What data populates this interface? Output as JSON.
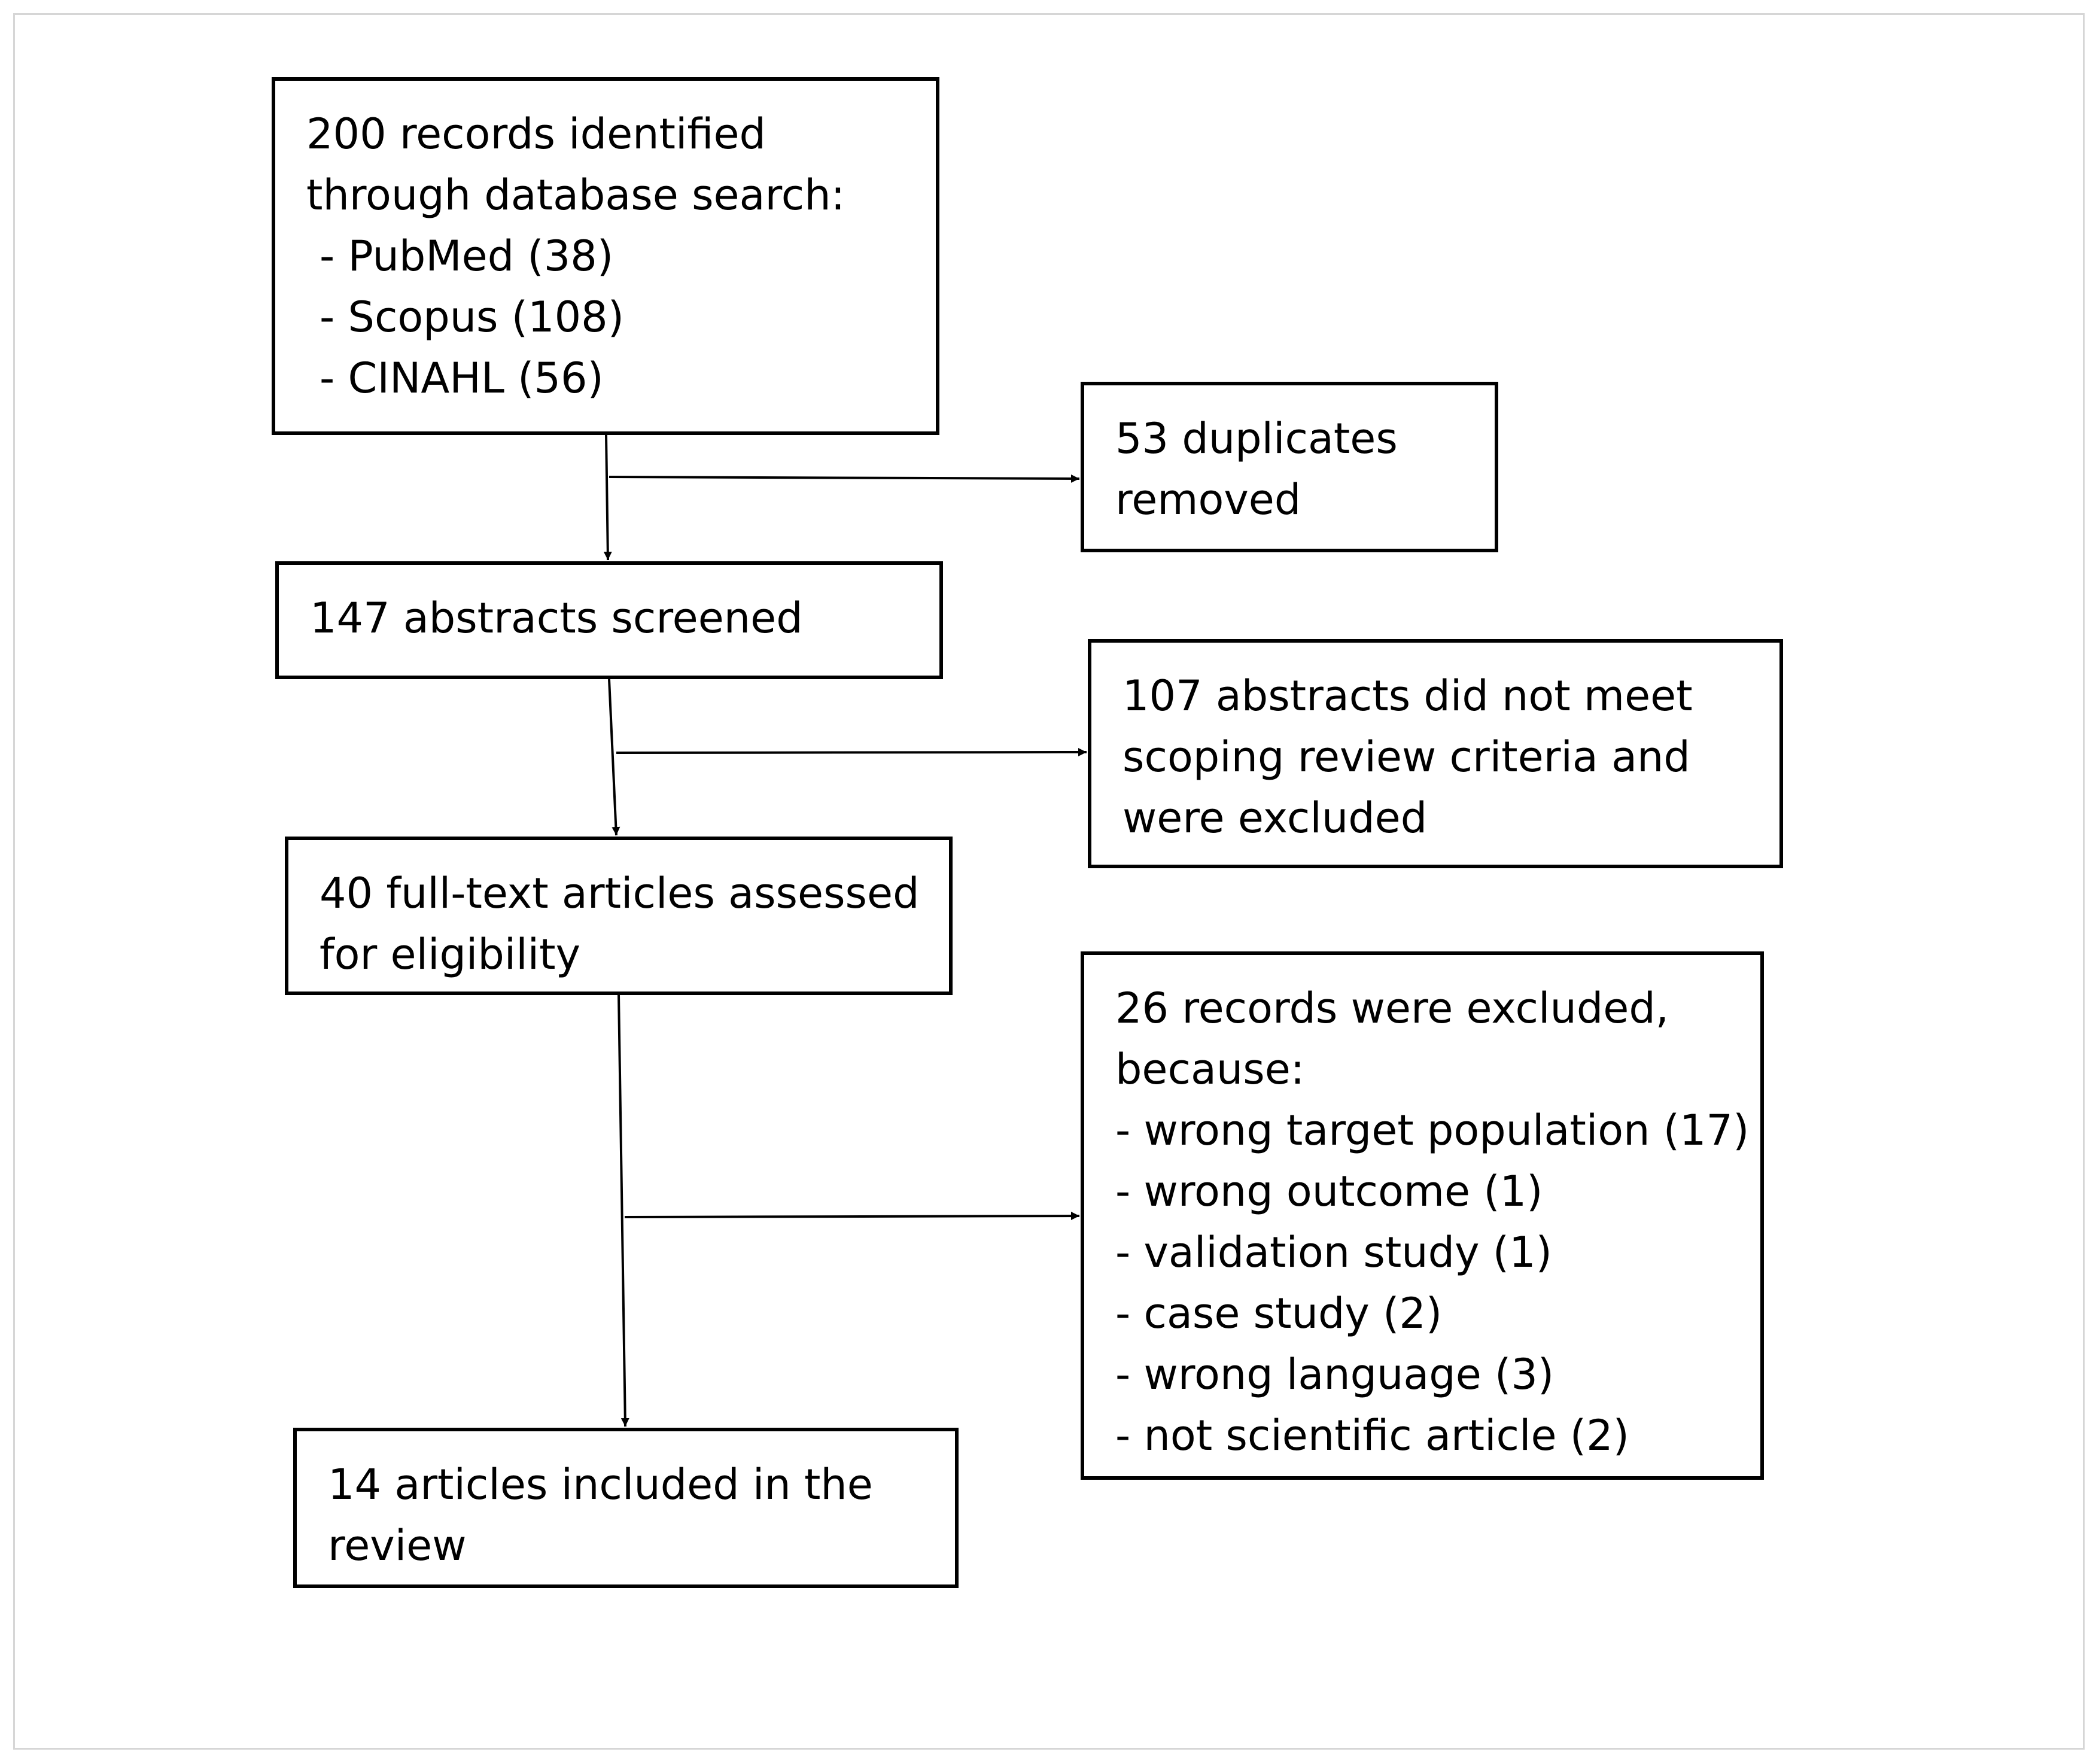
{
  "flow": {
    "identified": {
      "lines": [
        "200 records identified",
        "through database search:"
      ],
      "sources": [
        "- PubMed (38)",
        "- Scopus (108)",
        "- CINAHL (56)"
      ]
    },
    "duplicates": {
      "lines": [
        "53 duplicates",
        "removed"
      ]
    },
    "screened": {
      "lines": [
        "147 abstracts screened"
      ]
    },
    "abstracts_excluded": {
      "lines": [
        "107 abstracts did not meet",
        "scoping review criteria and",
        "were excluded"
      ]
    },
    "fulltext": {
      "lines": [
        "40 full-text articles assessed",
        "for eligibility"
      ]
    },
    "records_excluded": {
      "lines": [
        "26 records were excluded,",
        "because:"
      ],
      "reasons": [
        "- wrong target population (17)",
        "- wrong outcome (1)",
        "- validation study (1)",
        "- case study (2)",
        "- wrong language (3)",
        "- not scientific article (2)"
      ]
    },
    "included": {
      "lines": [
        "14 articles included in the",
        "review"
      ]
    }
  },
  "colors": {
    "stroke": "#000000",
    "frame": "#d6d6d6",
    "background": "#ffffff"
  }
}
